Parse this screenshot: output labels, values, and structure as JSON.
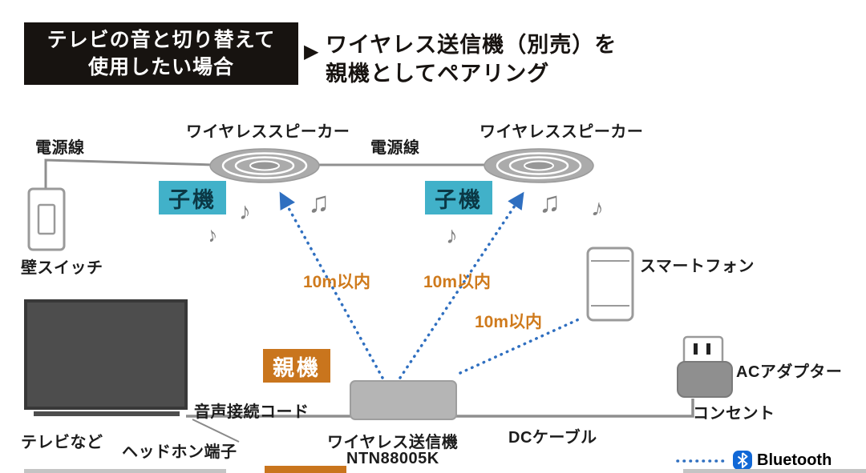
{
  "header": {
    "case_label_line1": "テレビの音と切り替えて",
    "case_label_line2": "使用したい場合",
    "pointer": "▶",
    "description_line1": "ワイヤレス送信機（別売）を",
    "description_line2": "親機としてペアリング"
  },
  "diagram": {
    "speaker_left_label": "ワイヤレススピーカー",
    "speaker_right_label": "ワイヤレススピーカー",
    "power_line_left": "電源線",
    "power_line_mid": "電源線",
    "child_unit_left": "子機",
    "child_unit_right": "子機",
    "wall_switch": "壁スイッチ",
    "range_left": "10m以内",
    "range_mid": "10m以内",
    "range_smartphone": "10m以内",
    "smartphone": "スマートフォン",
    "parent_unit": "親機",
    "tv": "テレビなど",
    "audio_cord": "音声接続コード",
    "headphone_jack": "ヘッドホン端子",
    "transmitter_name": "ワイヤレス送信機",
    "transmitter_model": "NTN88005K",
    "dc_cable": "DCケーブル",
    "ac_adapter": "ACアダプター",
    "outlet": "コンセント",
    "bluetooth": "Bluetooth"
  },
  "notes": [
    "♪",
    "♪",
    "♫",
    "♪",
    "♫",
    "♪"
  ],
  "colors": {
    "header_bg": "#171310",
    "child_badge_bg": "#41b1c9",
    "child_badge_text": "#0b3845",
    "parent_badge_bg": "#c9751d",
    "parent_badge_text": "#ffffff",
    "range_text": "#cf7a1c",
    "link_blue": "#2f6fc0",
    "bluetooth_badge": "#1168d6",
    "device_gray": "#b5b5b5"
  }
}
